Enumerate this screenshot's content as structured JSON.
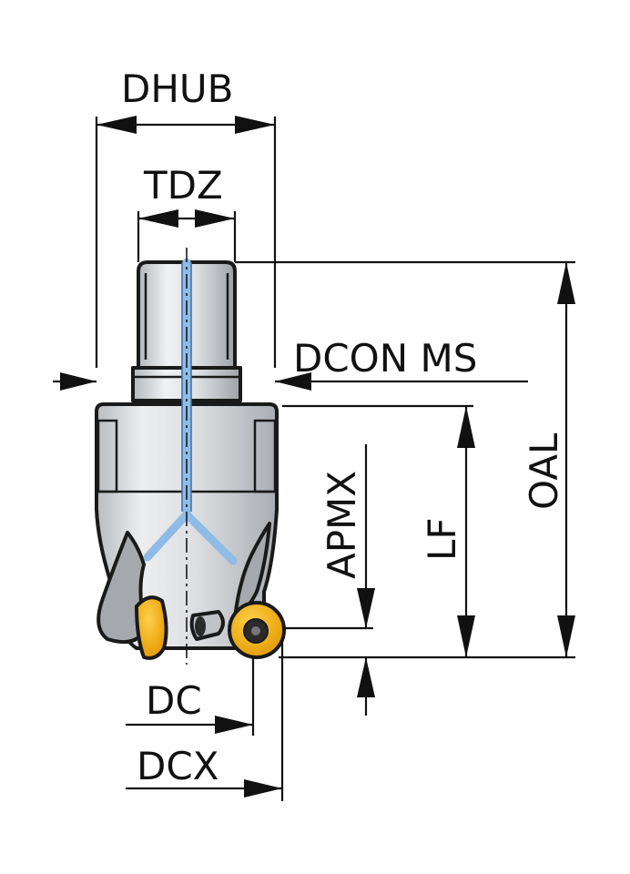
{
  "labels": {
    "dhub": "DHUB",
    "tdz": "TDZ",
    "dcon_ms": "DCON MS",
    "apmx": "APMX",
    "lf": "LF",
    "oal": "OAL",
    "dc": "DC",
    "dcx": "DCX"
  },
  "colors": {
    "body_gray": "#d9dbde",
    "shaded_gray": "#a7abb0",
    "coolant_blue": "#9cc3ea",
    "insert_orange": "#f2a900",
    "outline": "#1a1a1a"
  }
}
